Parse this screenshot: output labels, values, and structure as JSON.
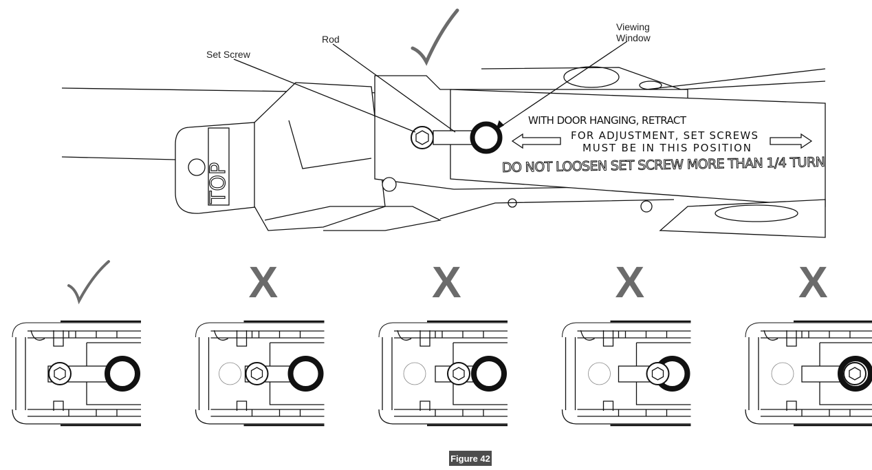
{
  "figure": {
    "caption": "Figure 42",
    "callouts": {
      "set_screw": "Set Screw",
      "rod": "Rod",
      "viewing_window_line1": "Viewing",
      "viewing_window_line2": "Window"
    },
    "tab_label": "TOP",
    "decal": {
      "line1": "WITH DOOR HANGING, RETRACT",
      "line2": "FOR ADJUSTMENT, SET SCREWS",
      "line3": "MUST BE IN THIS POSITION",
      "line4": "DO NOT LOOSEN SET SCREW MORE THAN 1/4 TURN"
    },
    "main_status": "correct",
    "positions": [
      {
        "status": "correct",
        "mark": "✓"
      },
      {
        "status": "incorrect",
        "mark": "X"
      },
      {
        "status": "incorrect",
        "mark": "X"
      },
      {
        "status": "incorrect",
        "mark": "X"
      },
      {
        "status": "incorrect",
        "mark": "X"
      }
    ],
    "colors": {
      "mark": "#6b6b6b",
      "caption_bg": "#4d4d4d",
      "line": "#111111"
    }
  }
}
